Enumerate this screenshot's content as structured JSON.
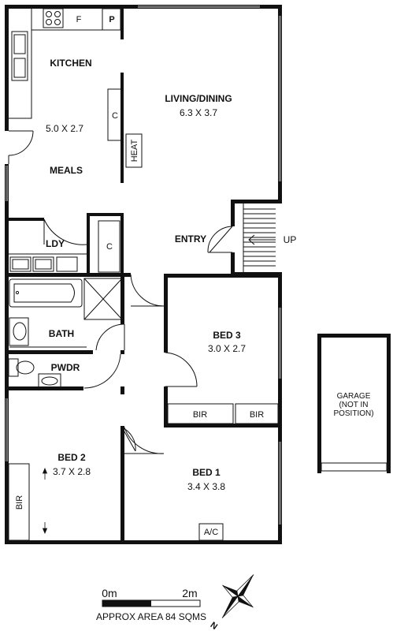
{
  "rooms": {
    "kitchen": {
      "name": "KITCHEN",
      "fridge": "F",
      "pantry": "P"
    },
    "living": {
      "name": "LIVING/DINING",
      "dims": "6.3 X 3.7"
    },
    "meals": {
      "name": "MEALS",
      "dims": "5.0 X 2.7"
    },
    "cupboard": "C",
    "heater": "HEAT",
    "laundry": {
      "name": "LDY",
      "cupboard": "C"
    },
    "entry": {
      "name": "ENTRY",
      "stair": "UP"
    },
    "bath": {
      "name": "BATH"
    },
    "powder": {
      "name": "PWDR"
    },
    "bed3": {
      "name": "BED 3",
      "dims": "3.0 X 2.7",
      "bir_left": "BIR",
      "bir_right": "BIR"
    },
    "bed2": {
      "name": "BED 2",
      "dims": "3.7 X 2.8",
      "bir": "BIR"
    },
    "bed1": {
      "name": "BED 1",
      "dims": "3.4 X 3.8",
      "ac": "A/C"
    },
    "garage": {
      "name_line1": "GARAGE",
      "name_line2": "(NOT IN",
      "name_line3": "POSITION)"
    }
  },
  "scale": {
    "start": "0m",
    "end": "2m",
    "area": "APPROX AREA 84 SQMS"
  },
  "compass": {
    "north": "N"
  }
}
